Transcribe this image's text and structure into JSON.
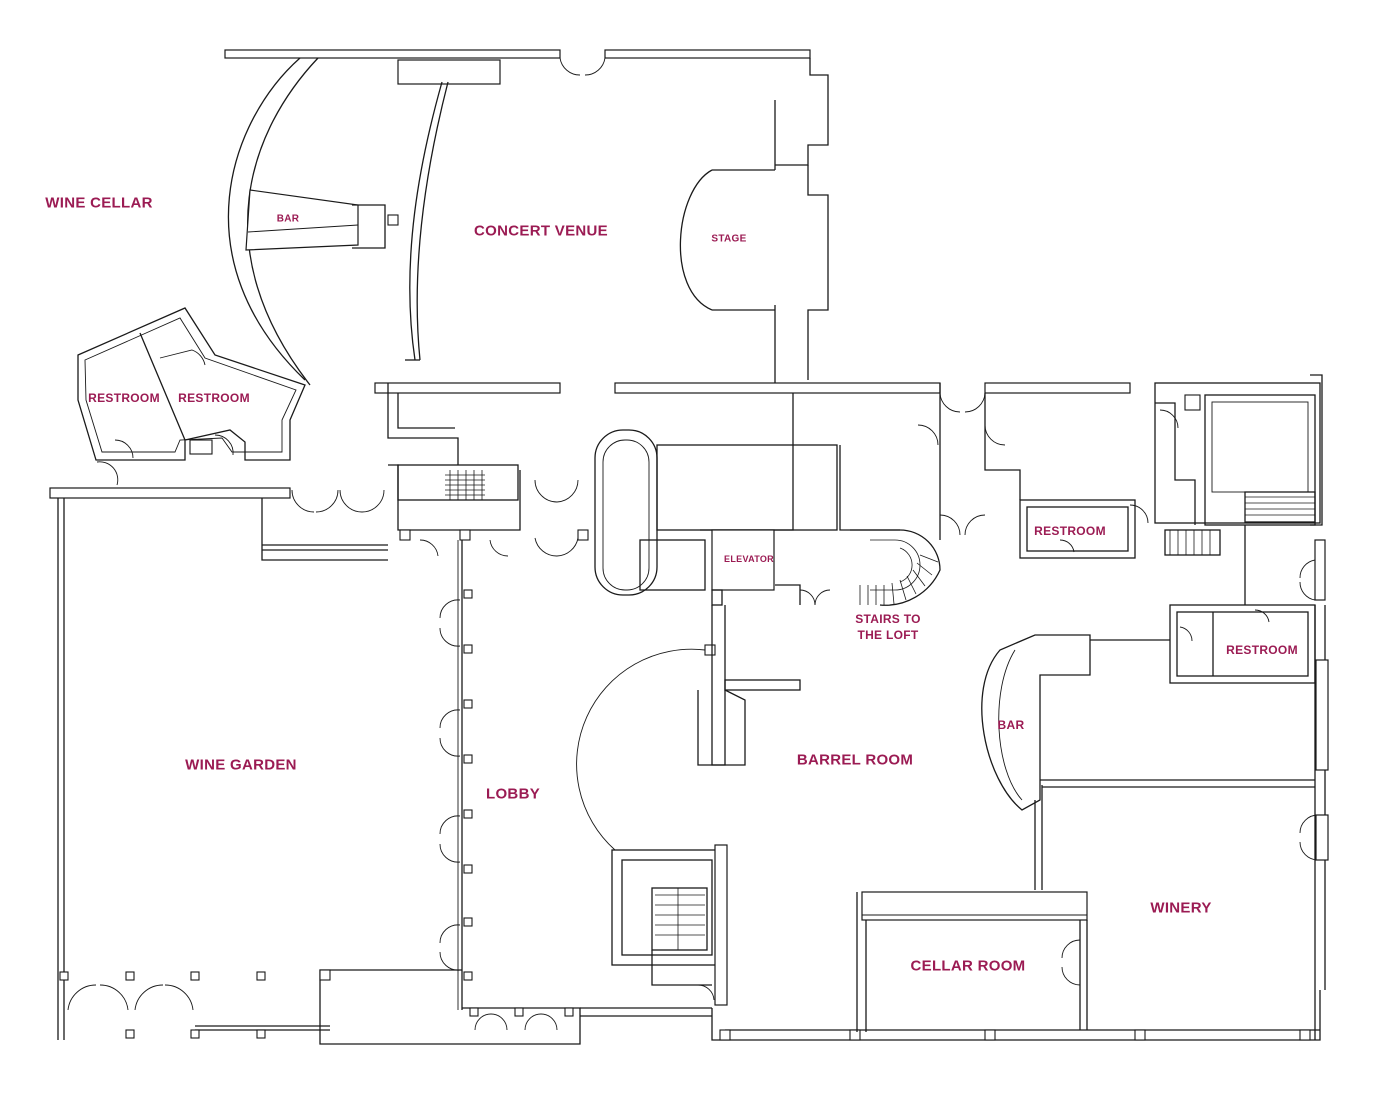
{
  "accent_color": "#9b1b53",
  "rooms": {
    "wine_cellar": "WINE CELLAR",
    "bar_cellar": "BAR",
    "concert_venue": "CONCERT VENUE",
    "stage": "STAGE",
    "restroom_1": "RESTROOM",
    "restroom_2": "RESTROOM",
    "restroom_3": "RESTROOM",
    "restroom_4": "RESTROOM",
    "elevator": "ELEVATOR",
    "stairs_loft": "STAIRS TO\nTHE LOFT",
    "wine_garden": "WINE GARDEN",
    "lobby": "LOBBY",
    "barrel_room": "BARREL ROOM",
    "bar_barrel": "BAR",
    "winery": "WINERY",
    "cellar_room": "CELLAR ROOM"
  }
}
